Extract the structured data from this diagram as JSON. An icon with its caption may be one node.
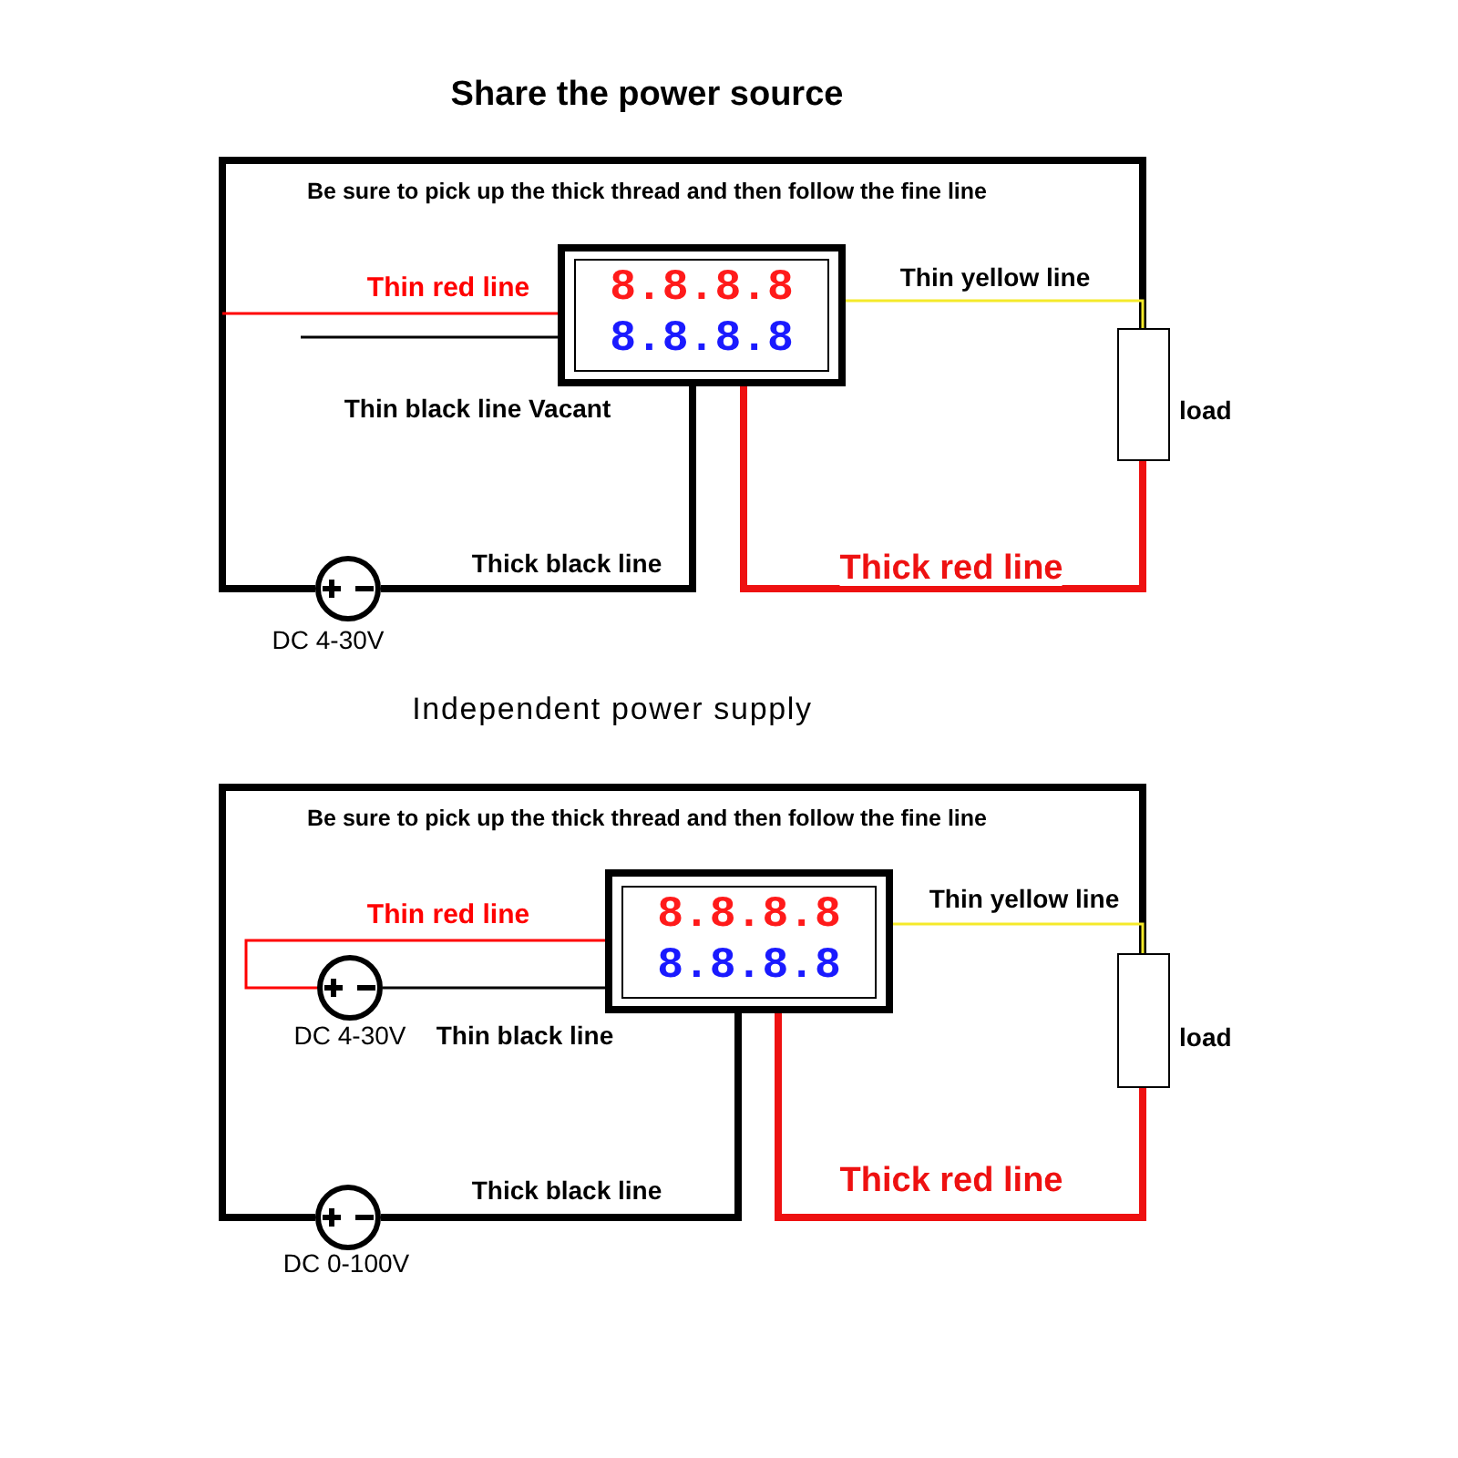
{
  "diagram": {
    "nodes": [
      {
        "text": [
          "8.8.8.8",
          "8.8.8.8"
        ]
      },
      {
        "text": [],
        "shape": "box",
        "beside": [
          "load"
        ]
      },
      {
        "text": [],
        "shape": "circle",
        "beside": [
          "DC 4-30V"
        ]
      },
      {
        "text": [
          "8.8.8.8",
          "8.8.8.8"
        ]
      },
      {
        "text": [],
        "shape": "box",
        "beside": [
          "load"
        ]
      },
      {
        "text": [],
        "shape": "circle",
        "beside": [
          "DC 4-30V"
        ]
      },
      {
        "text": [],
        "shape": "circle",
        "beside": [
          "DC 0-100V"
        ]
      }
    ],
    "edges": [
      {
        "from": 2,
        "to": 1,
        "arrow": "none",
        "style": "thick"
      },
      {
        "from": 0,
        "to": null,
        "arrow": "none",
        "label": "Thin red line",
        "color": "#ff0000"
      },
      {
        "from": 0,
        "to": null,
        "arrow": "none",
        "label": "Thin black line Vacant"
      },
      {
        "from": 0,
        "to": 1,
        "arrow": "none",
        "label": "Thin yellow line",
        "color": "#f5ea2a"
      },
      {
        "from": 0,
        "to": 2,
        "arrow": "none",
        "label": "Thick black line",
        "style": "thick"
      },
      {
        "from": 0,
        "to": 1,
        "arrow": "none",
        "label": "Thick red line",
        "style": "thick",
        "color": "#ee1111"
      },
      {
        "from": 6,
        "to": 4,
        "arrow": "none",
        "style": "thick"
      },
      {
        "from": 3,
        "to": 5,
        "arrow": "none",
        "label": "Thin red line",
        "color": "#ff0000"
      },
      {
        "from": 3,
        "to": 5,
        "arrow": "none",
        "label": "Thin black line"
      },
      {
        "from": 3,
        "to": 4,
        "arrow": "none",
        "label": "Thin yellow line",
        "color": "#f5ea2a"
      },
      {
        "from": 3,
        "to": 6,
        "arrow": "none",
        "label": "Thick black line",
        "style": "thick"
      },
      {
        "from": 3,
        "to": 4,
        "arrow": "none",
        "label": "Thick red line",
        "style": "thick",
        "color": "#ee1111"
      }
    ],
    "labels": [
      "Share the power source",
      "Be sure to pick up the thick thread and then follow the fine line",
      "Independent power supply",
      "Be sure to pick up the thick thread and then follow the fine line"
    ]
  }
}
